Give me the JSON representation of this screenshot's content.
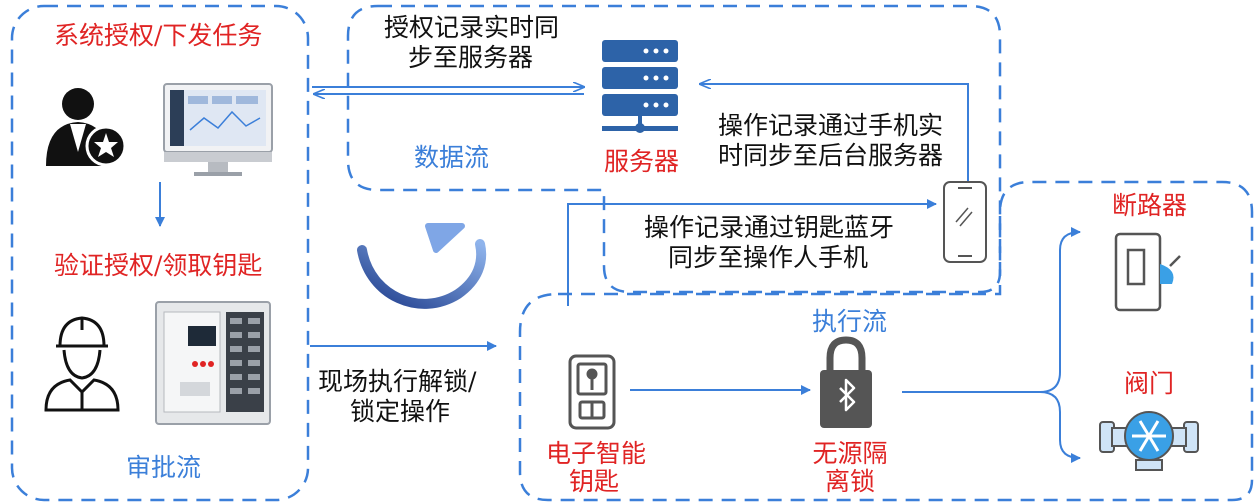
{
  "colors": {
    "accent_red": "#e02424",
    "flow_blue": "#3b7fd9",
    "icon_dark": "#111111",
    "server_blue": "#2d63a8"
  },
  "approval": {
    "title": "系统授权/下发任务",
    "verify": "验证授权/领取钥匙",
    "flow_label": "审批流",
    "icons": [
      "admin-star-icon",
      "monitor-icon",
      "worker-helmet-icon",
      "key-cabinet-icon"
    ]
  },
  "data_flow": {
    "sync_note_line1": "授权记录实时同",
    "sync_note_line2": "步至服务器",
    "flow_label": "数据流",
    "server_label": "服务器",
    "phone_sync_line1": "操作记录通过手机实",
    "phone_sync_line2": "时同步至后台服务器",
    "bt_sync_line1": "操作记录通过钥匙蓝牙",
    "bt_sync_line2": "同步至操作人手机",
    "icons": [
      "server-icon",
      "phone-icon"
    ]
  },
  "middle": {
    "op_line1": "现场执行解锁/",
    "op_line2": "锁定操作",
    "icons": [
      "cycle-arrow-icon"
    ]
  },
  "exec_flow": {
    "flow_label": "执行流",
    "key_line1": "电子智能",
    "key_line2": "钥匙",
    "lock_line1": "无源隔",
    "lock_line2": "离锁",
    "icons": [
      "electronic-key-icon",
      "bluetooth-lock-icon"
    ]
  },
  "targets": {
    "breaker_label": "断路器",
    "valve_label": "阀门",
    "icons": [
      "circuit-breaker-icon",
      "valve-icon"
    ]
  }
}
